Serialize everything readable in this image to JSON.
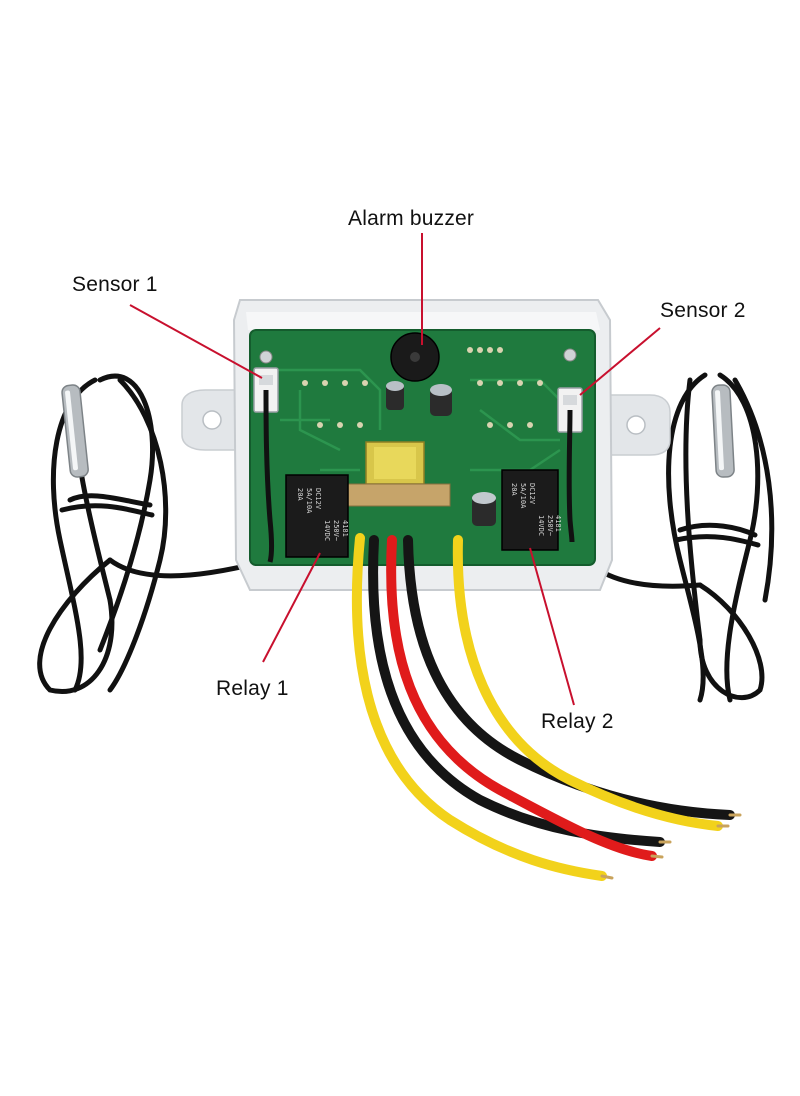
{
  "callouts": {
    "alarm_buzzer": "Alarm buzzer",
    "sensor_1": "Sensor 1",
    "sensor_2": "Sensor 2",
    "relay_1": "Relay 1",
    "relay_2": "Relay 2"
  },
  "relay_1_markings": [
    "20A",
    "5A/10A",
    "DC12V",
    "14VDC",
    "250V~",
    "4181"
  ],
  "relay_2_markings": [
    "20A",
    "5A/10A",
    "DC12V",
    "14VDC",
    "250V~",
    "4181"
  ],
  "colors": {
    "leader_line": "#c8102e",
    "pcb": "#1f7a3e",
    "housing": "#e9ecef",
    "wire_yellow": "#f2d21b",
    "wire_red": "#e01b1b",
    "wire_black": "#151515"
  }
}
